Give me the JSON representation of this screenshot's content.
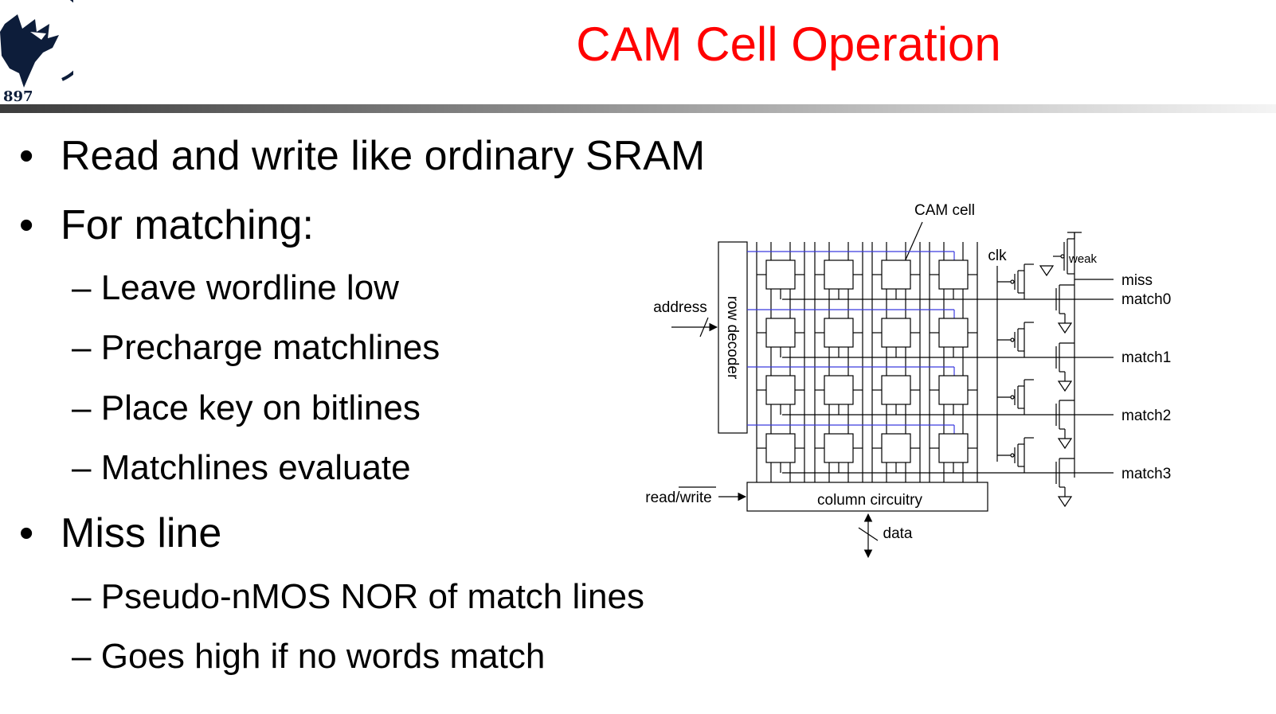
{
  "title": "CAM Cell Operation",
  "logo": {
    "icon": "eagle-seal-icon",
    "year_text": "897"
  },
  "bullets": [
    {
      "text": "Read and write like ordinary SRAM",
      "children": []
    },
    {
      "text": "For matching:",
      "children": [
        "Leave wordline low",
        "Precharge matchlines",
        "Place key on bitlines",
        "Matchlines evaluate"
      ]
    },
    {
      "text": "Miss line",
      "children": [
        "Pseudo-nMOS NOR of match lines",
        "Goes high if no words match"
      ]
    }
  ],
  "bullet_symbol": "•",
  "dash_symbol": "–",
  "diagram": {
    "cam_cell_label": "CAM cell",
    "address_label": "address",
    "row_decoder_label": "row decoder",
    "read_write_label": "read/write",
    "column_circuitry_label": "column circuitry",
    "data_label": "data",
    "clk_label": "clk",
    "weak_label": "weak",
    "miss_label": "miss",
    "match_labels": [
      "match0",
      "match1",
      "match2",
      "match3"
    ],
    "grid": {
      "rows": 4,
      "cols": 4
    },
    "colors": {
      "wordline": "#3a3adf",
      "wire": "#000000"
    }
  }
}
